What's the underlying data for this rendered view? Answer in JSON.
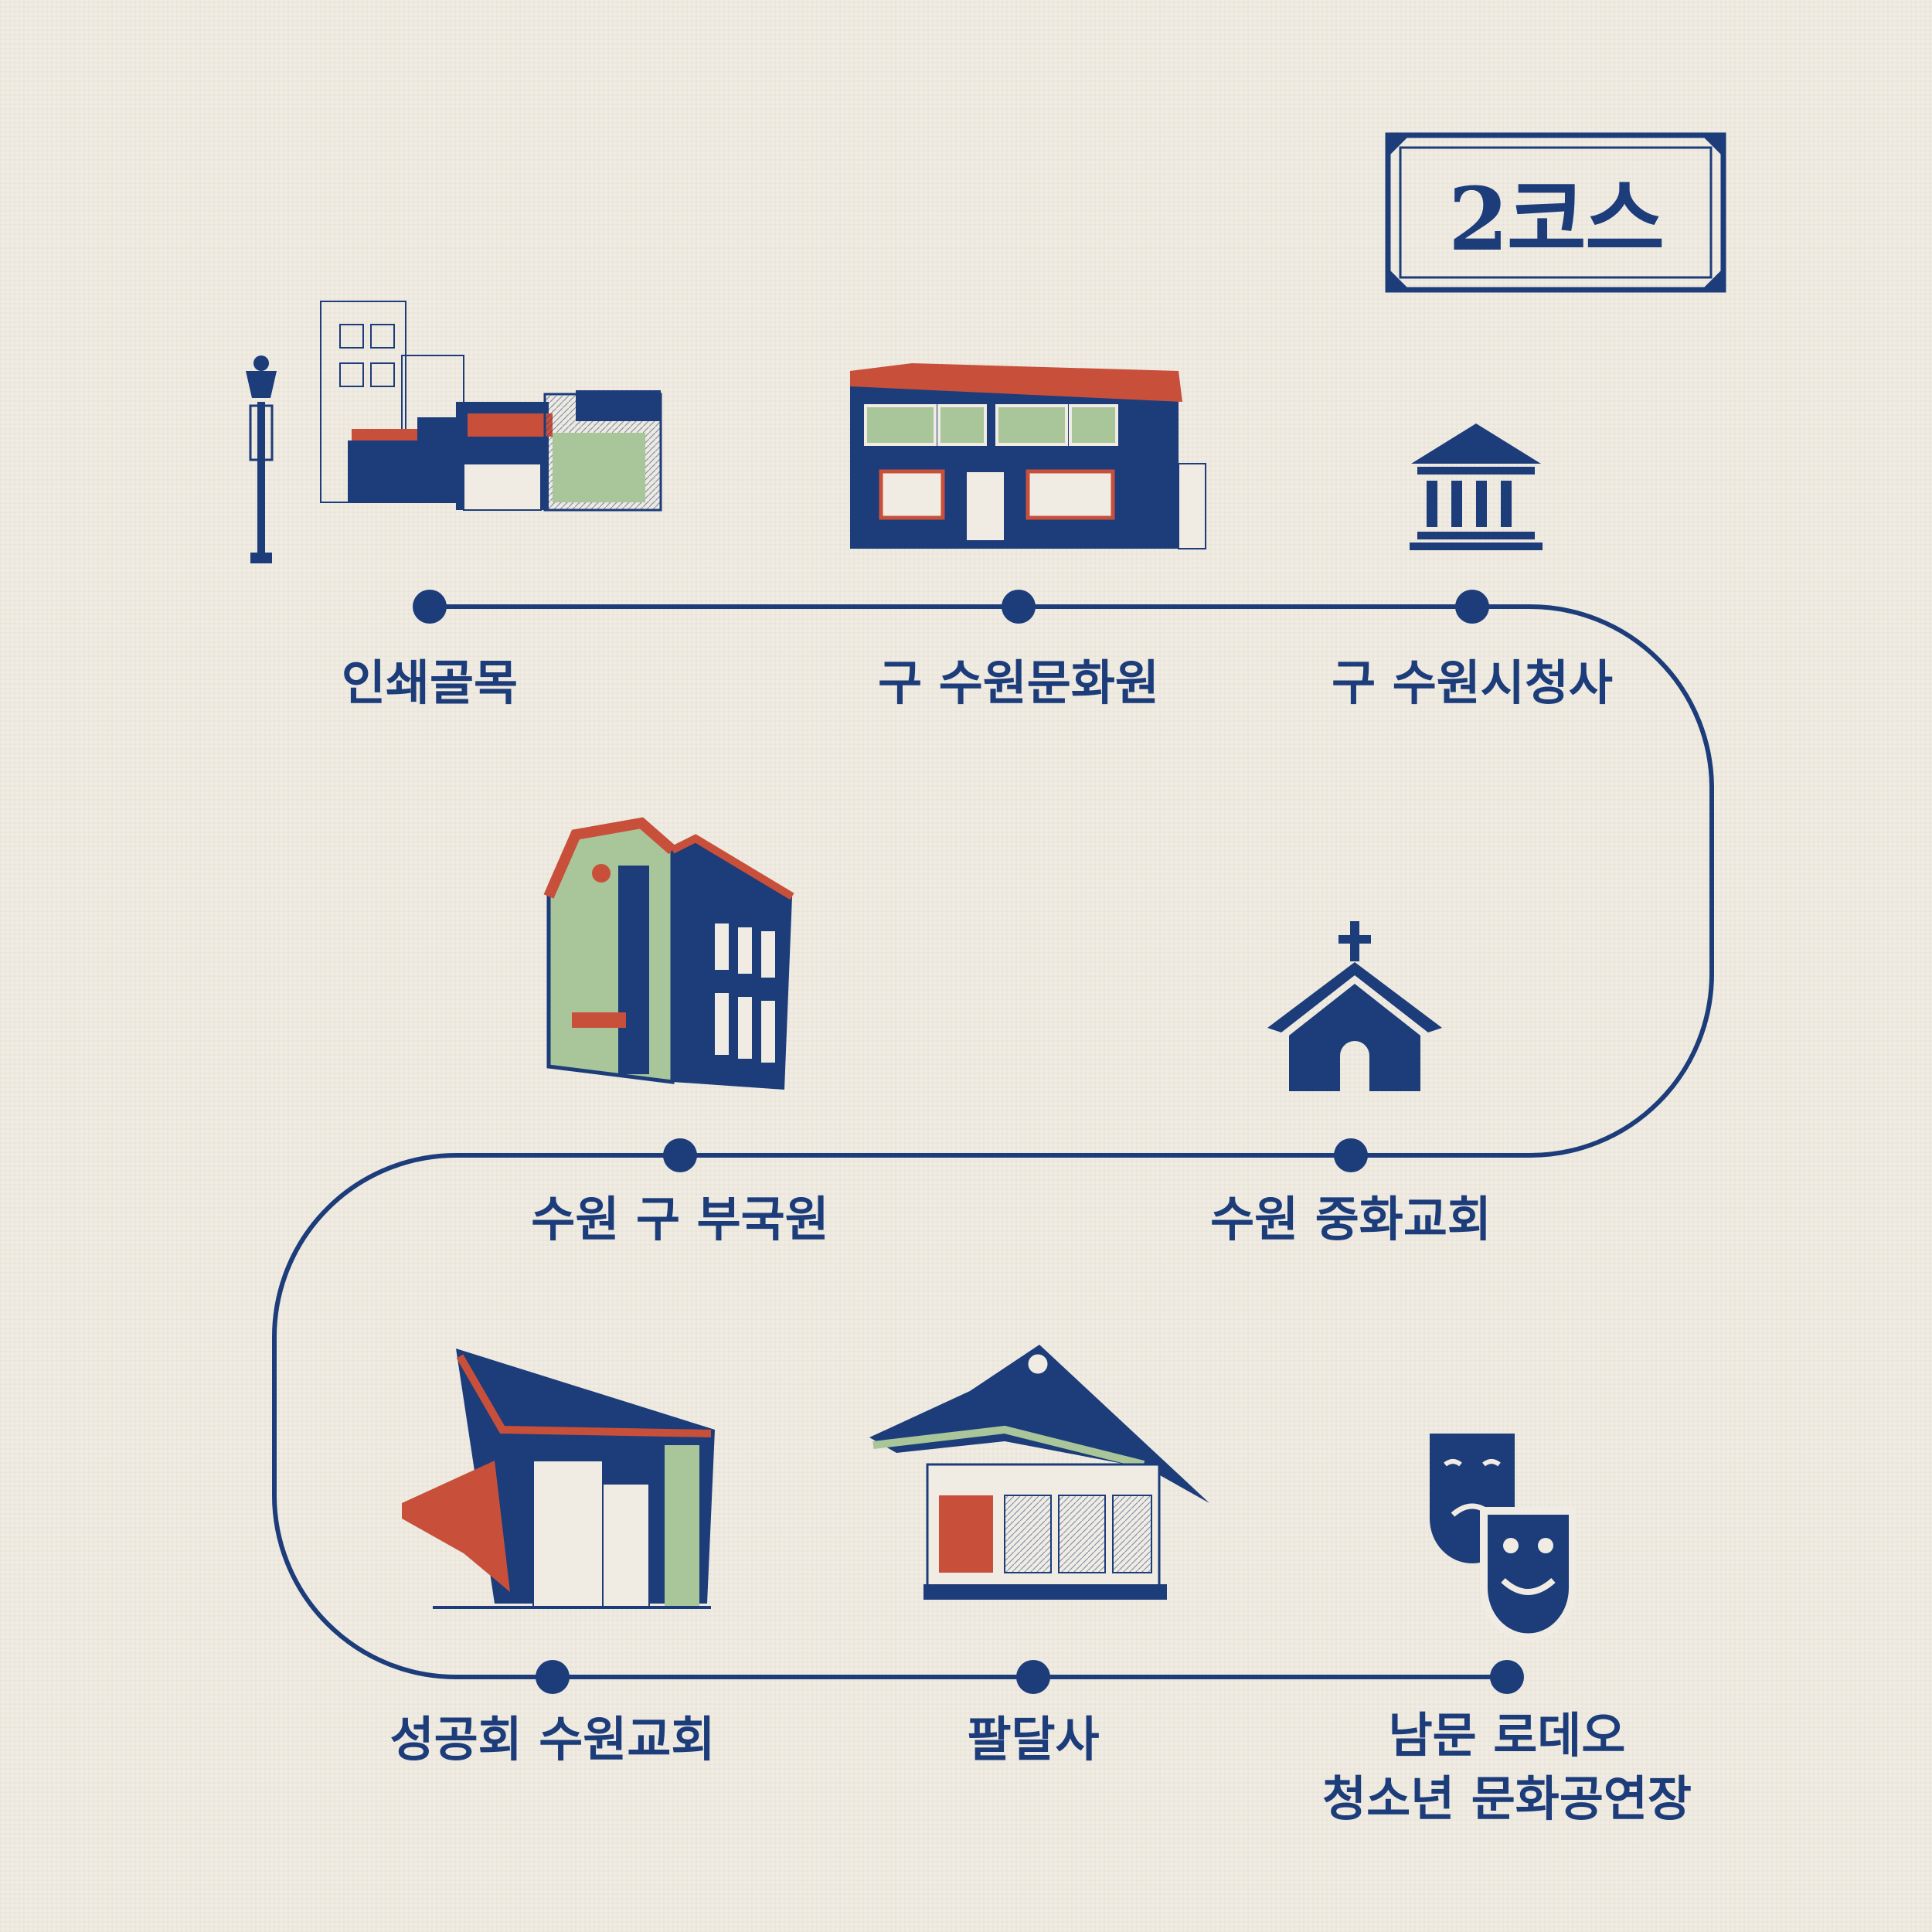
{
  "course_title": "2코스",
  "stops": [
    {
      "name": "인쇄골목"
    },
    {
      "name": "구 수원문화원"
    },
    {
      "name": "구 수원시청사"
    },
    {
      "name": "수원 중화교회"
    },
    {
      "name": "수원 구 부국원"
    },
    {
      "name": "성공회 수원교회"
    },
    {
      "name": "팔달사"
    },
    {
      "name": "남문 로데오",
      "name_line2": "청소년 문화공연장"
    }
  ],
  "colors": {
    "navy": "#1c3c7a",
    "red": "#c8503a",
    "green": "#a9c59a",
    "background": "#f0ece3"
  },
  "icons": [
    "street-lamp-icon",
    "museum-icon",
    "church-icon",
    "theater-masks-icon"
  ]
}
